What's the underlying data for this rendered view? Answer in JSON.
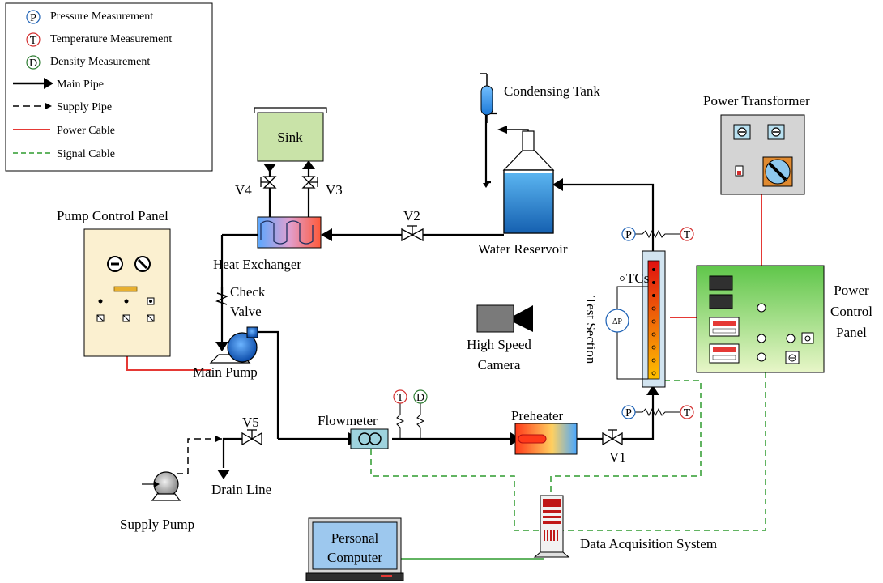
{
  "legend": {
    "pressure": "Pressure Measurement",
    "temperature": "Temperature  Measurement",
    "density": "Density Measurement",
    "main_pipe": "Main Pipe",
    "supply_pipe": "Supply Pipe",
    "power_cable": "Power Cable",
    "signal_cable": "Signal Cable"
  },
  "symbols": {
    "p": "P",
    "t": "T",
    "d": "D",
    "dp": "ΔP"
  },
  "labels": {
    "condensing_tank": "Condensing Tank",
    "power_transformer": "Power Transformer",
    "sink": "Sink",
    "v4": "V4",
    "v3": "V3",
    "v2": "V2",
    "v1": "V1",
    "v5": "V5",
    "pump_control_panel": "Pump Control Panel",
    "heat_exchanger": "Heat Exchanger",
    "water_reservoir": "Water Reservoir",
    "check_valve_1": "Check",
    "check_valve_2": "Valve",
    "tcs": "TCs",
    "test_section": "Test Section",
    "power_control_1": "Power",
    "power_control_2": "Control",
    "power_control_3": "Panel",
    "high_speed_1": "High Speed",
    "high_speed_2": "Camera",
    "main_pump": "Main Pump",
    "flowmeter": "Flowmeter",
    "preheater": "Preheater",
    "drain_line": "Drain Line",
    "supply_pump": "Supply Pump",
    "personal_computer_1": "Personal",
    "personal_computer_2": "Computer",
    "data_acquisition": "Data Acquisition System"
  },
  "colors": {
    "pressure": "#1a5fb4",
    "temperature": "#d32f2f",
    "density": "#2e7d32",
    "power_cable": "#e53935",
    "signal_cable": "#2e9b2e",
    "sink": "#c9e3a8",
    "transformer": "#d4d4d4",
    "control_panel": "#fbf0d0",
    "computer_screen": "#9dc8ee"
  }
}
